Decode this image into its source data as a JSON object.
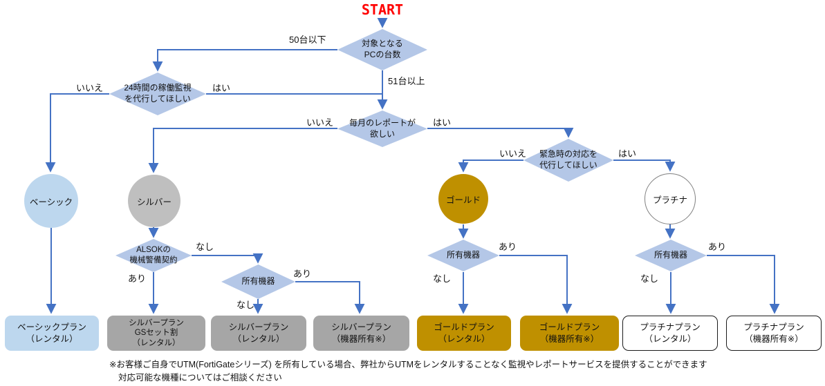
{
  "flowchart": {
    "start_label": "START",
    "colors": {
      "start_text": "#ff0000",
      "connector": "#4472c4",
      "diamond_fill": "#b4c7e7",
      "basic": "#bdd7ee",
      "silver_circle": "#bfbfbf",
      "silver_box": "#a6a6a6",
      "gold": "#bf9000",
      "platinum_bg": "#ffffff"
    },
    "decisions": {
      "pc_count": {
        "text": "対象となる\nPCの台数",
        "left_label": "50台以下",
        "down_label": "51台以上"
      },
      "monitor24h": {
        "text": "24時間の稼働監視\nを代行してほしい",
        "no_label": "いいえ",
        "yes_label": "はい"
      },
      "monthly_report": {
        "text": "毎月のレポートが\n欲しい",
        "no_label": "いいえ",
        "yes_label": "はい"
      },
      "emergency": {
        "text": "緊急時の対応を\n代行してほしい",
        "no_label": "いいえ",
        "yes_label": "はい"
      },
      "alsok": {
        "text": "ALSOKの\n機械警備契約",
        "nashi_label": "なし",
        "ari_label": "あり"
      },
      "devices_silver": {
        "text": "所有機器",
        "ari_label": "あり",
        "nashi_label": "なし"
      },
      "devices_gold": {
        "text": "所有機器",
        "ari_label": "あり",
        "nashi_label": "なし"
      },
      "devices_platinum": {
        "text": "所有機器",
        "ari_label": "あり",
        "nashi_label": "なし"
      }
    },
    "tiers": {
      "basic": {
        "label": "ベーシック"
      },
      "silver": {
        "label": "シルバー"
      },
      "gold": {
        "label": "ゴールド"
      },
      "platinum": {
        "label": "プラチナ"
      }
    },
    "plans": [
      {
        "label": "ベーシックプラン\n（レンタル）"
      },
      {
        "label": "シルバープラン\nGSセット割\n（レンタル）"
      },
      {
        "label": "シルバープラン\n（レンタル）"
      },
      {
        "label": "シルバープラン\n（機器所有※）"
      },
      {
        "label": "ゴールドプラン\n（レンタル）"
      },
      {
        "label": "ゴールドプラン\n（機器所有※）"
      },
      {
        "label": "プラチナプラン\n（レンタル）"
      },
      {
        "label": "プラチナプラン\n（機器所有※）"
      }
    ],
    "footnote": {
      "line1": "※お客様ご自身でUTM(FortiGateシリーズ) を所有している場合、弊社からUTMをレンタルすることなく監視やレポートサービスを提供することができます",
      "line2": "対応可能な機種についてはご相談ください"
    }
  }
}
